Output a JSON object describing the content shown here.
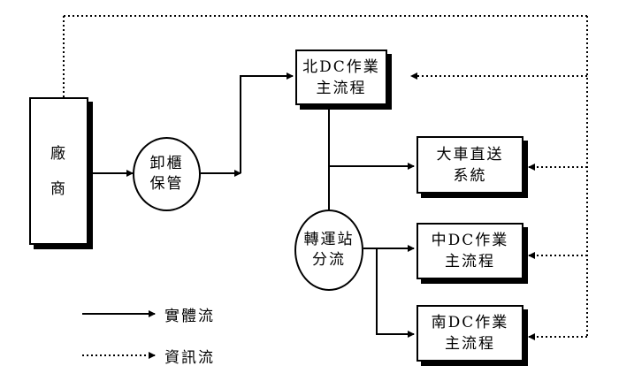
{
  "nodes": {
    "vendor": {
      "line1": "廠",
      "line2": "商"
    },
    "unload": {
      "line1": "卸櫃",
      "line2": "保管"
    },
    "north_dc": {
      "line1": "北DC作業",
      "line2": "主流程"
    },
    "direct": {
      "line1": "大車直送",
      "line2": "系統"
    },
    "transfer": {
      "line1": "轉運站",
      "line2": "分流"
    },
    "central_dc": {
      "line1": "中DC作業",
      "line2": "主流程"
    },
    "south_dc": {
      "line1": "南DC作業",
      "line2": "主流程"
    }
  },
  "legend": {
    "physical": "實體流",
    "information": "資訊流"
  }
}
